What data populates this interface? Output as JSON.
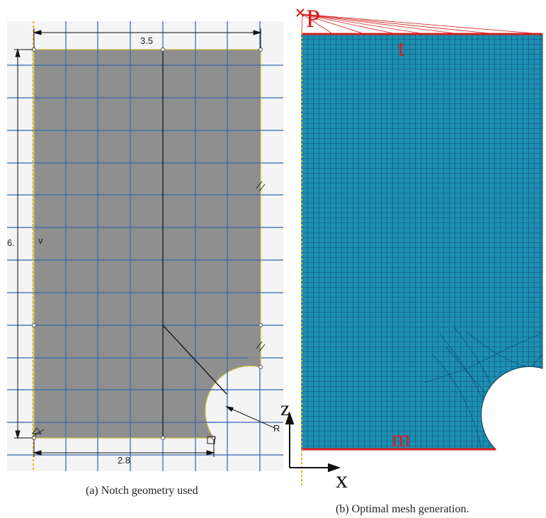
{
  "panel_a": {
    "dim_width": "3.5",
    "dim_height": "6.",
    "dim_notch_x": "2.8",
    "vertex_label": "v",
    "radius_label": "R",
    "caption": "(a) Notch geometry used"
  },
  "panel_b": {
    "point_label": "P",
    "top_label": "t",
    "bottom_label": "m",
    "axis_z": "z",
    "axis_x": "x",
    "caption": "(b) Optimal mesh generation."
  },
  "colors": {
    "plate": "#8a8a8a",
    "grid": "#2d63b4",
    "mesh_fill": "#1d8fb3",
    "mesh_line": "#0d3e57",
    "accent": "#d62020"
  }
}
